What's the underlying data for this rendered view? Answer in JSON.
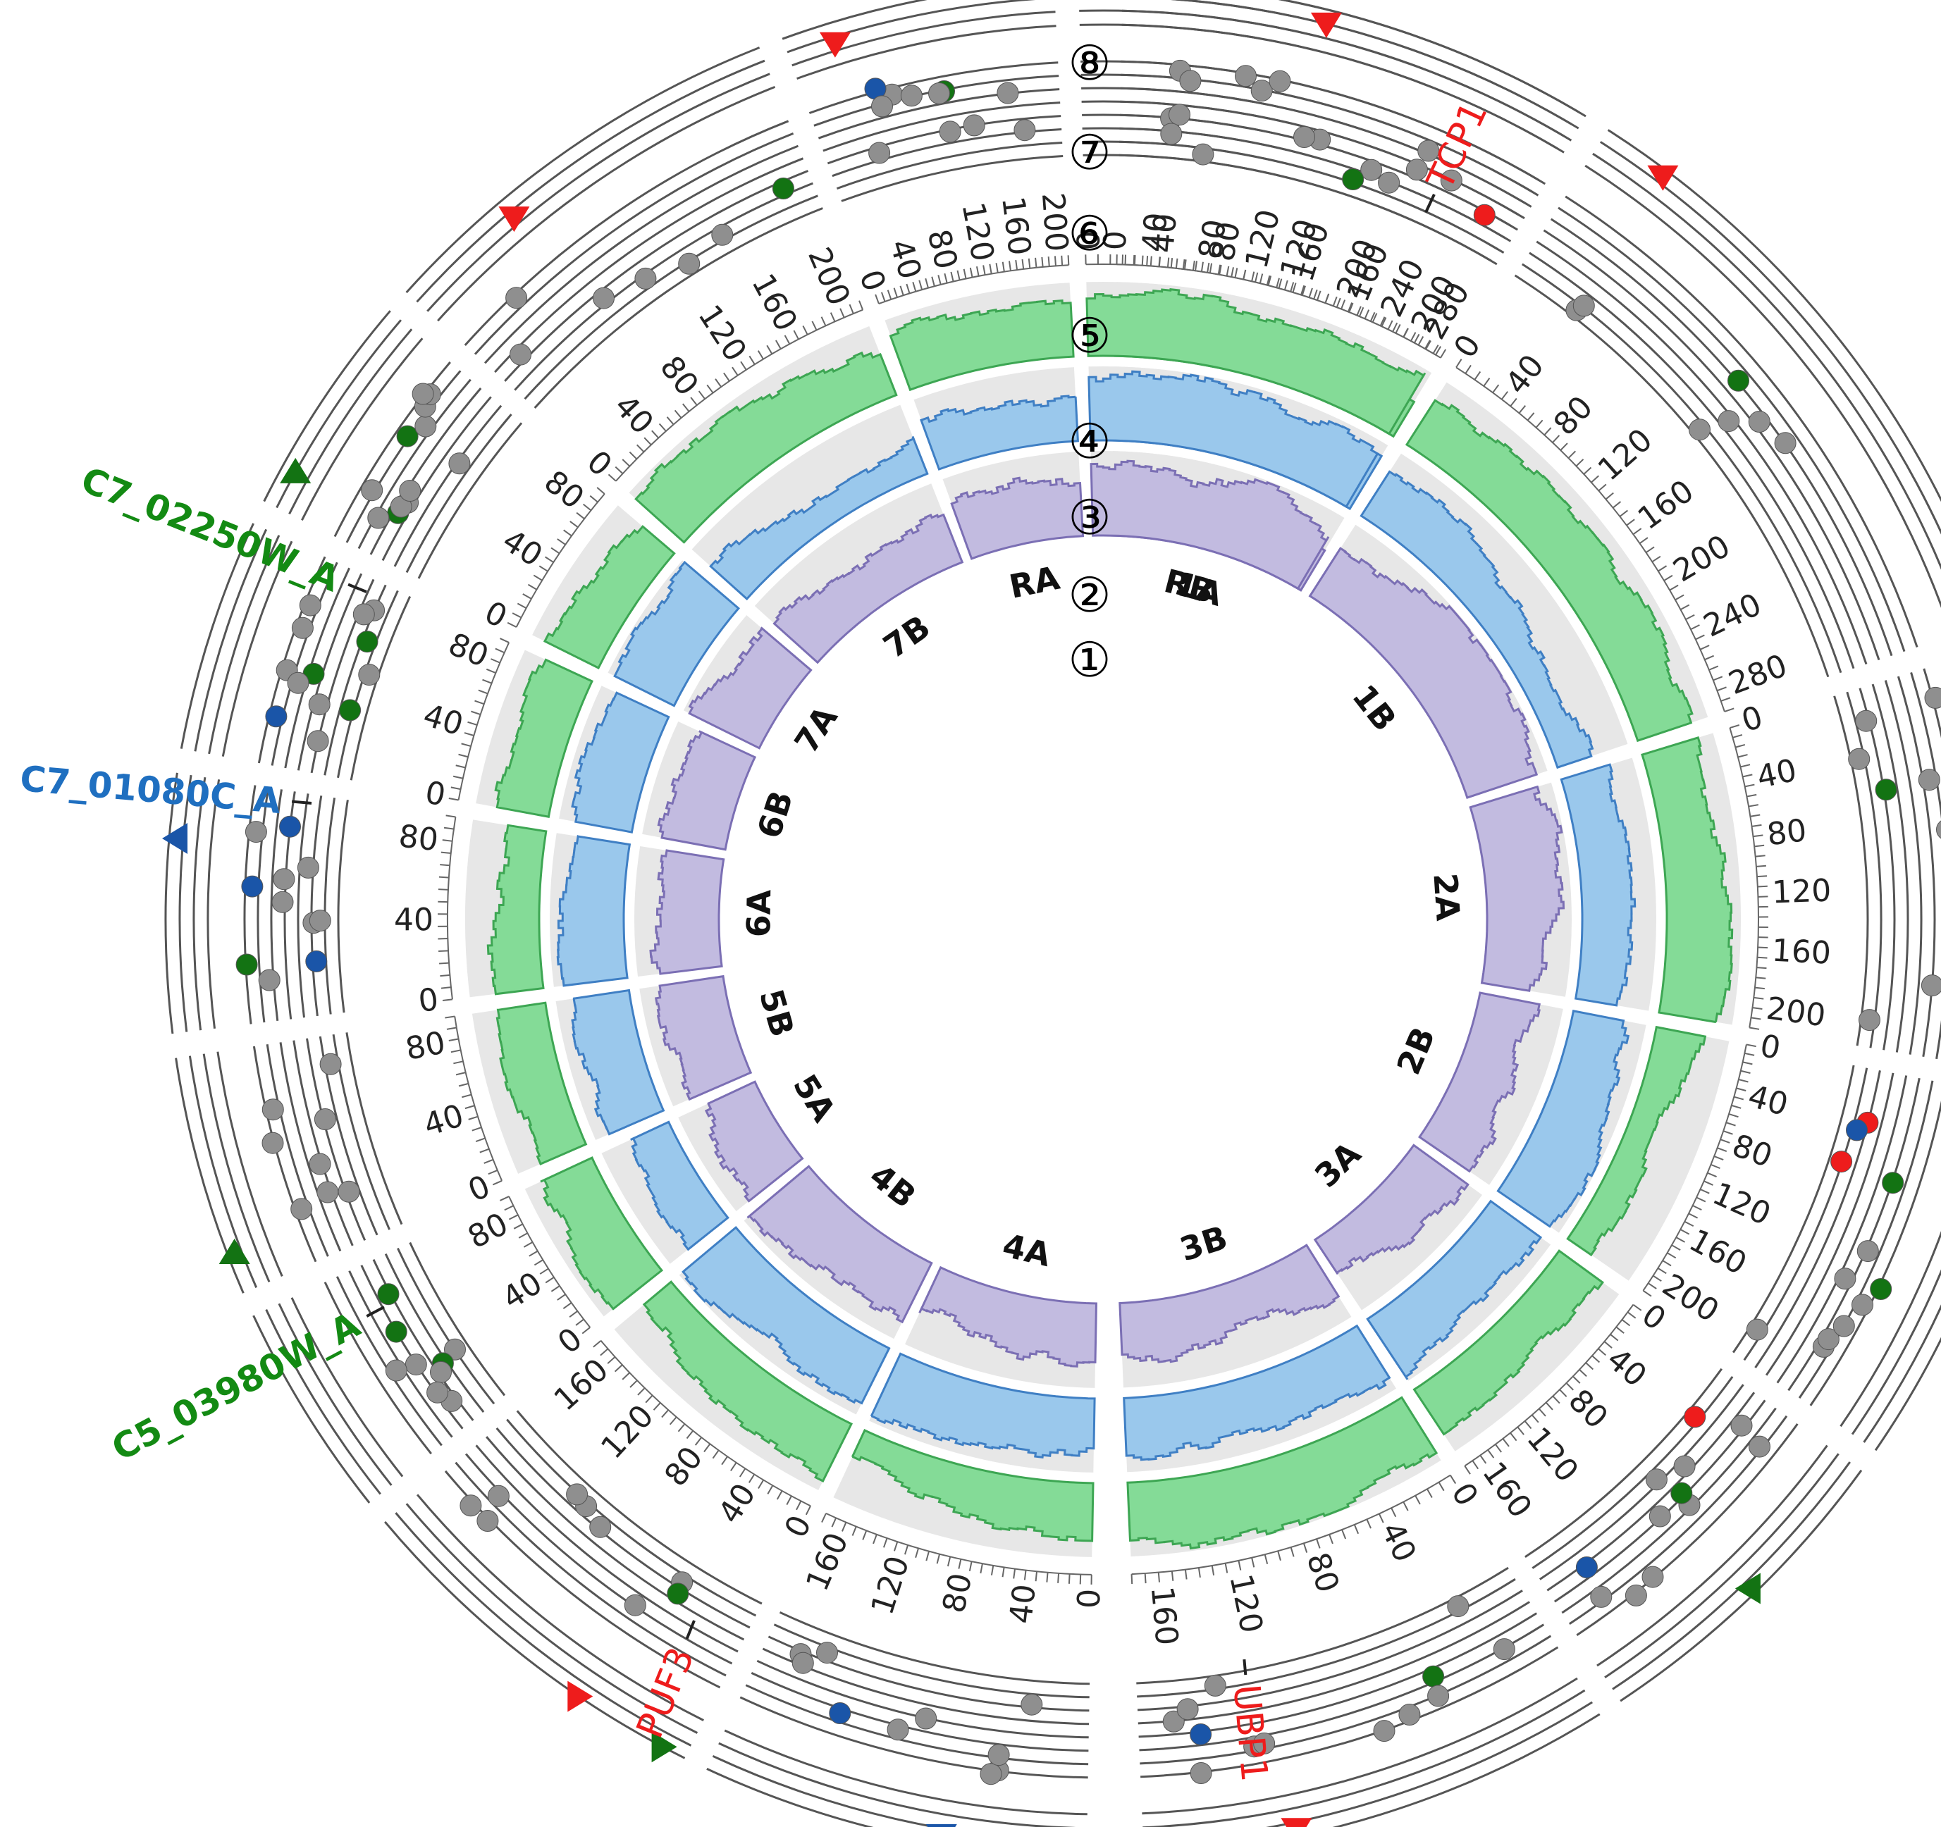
{
  "track_numbers": [
    "①",
    "②",
    "③",
    "④",
    "⑤",
    "⑥",
    "⑦",
    "⑧"
  ],
  "chromosomes": [
    {
      "name": "1A",
      "ticks": [
        "0",
        "40",
        "80",
        "120",
        "160",
        "200",
        "240",
        "280"
      ]
    },
    {
      "name": "1B",
      "ticks": [
        "0",
        "40",
        "80",
        "120",
        "160",
        "200",
        "240",
        "280"
      ]
    },
    {
      "name": "2A",
      "ticks": [
        "0",
        "40",
        "80",
        "120",
        "160",
        "200"
      ]
    },
    {
      "name": "2B",
      "ticks": [
        "0",
        "40",
        "80",
        "120",
        "160",
        "200"
      ]
    },
    {
      "name": "3A",
      "ticks": [
        "0",
        "40",
        "80",
        "120",
        "160"
      ]
    },
    {
      "name": "3B",
      "ticks": [
        "0",
        "40",
        "80",
        "120",
        "160"
      ]
    },
    {
      "name": "4A",
      "ticks": [
        "0",
        "40",
        "80",
        "120",
        "160"
      ]
    },
    {
      "name": "4B",
      "ticks": [
        "0",
        "40",
        "80",
        "120",
        "160"
      ]
    },
    {
      "name": "5A",
      "ticks": [
        "0",
        "40",
        "80"
      ]
    },
    {
      "name": "5B",
      "ticks": [
        "0",
        "40",
        "80"
      ]
    },
    {
      "name": "6A",
      "ticks": [
        "0",
        "40",
        "80"
      ]
    },
    {
      "name": "6B",
      "ticks": [
        "0",
        "40",
        "80"
      ]
    },
    {
      "name": "7A",
      "ticks": [
        "0",
        "40",
        "80"
      ]
    },
    {
      "name": "7B",
      "ticks": [
        "0",
        "40",
        "80",
        "120",
        "160",
        "200"
      ]
    },
    {
      "name": "RA",
      "ticks": [
        "0",
        "40",
        "80",
        "120",
        "160",
        "200"
      ]
    },
    {
      "name": "RB",
      "ticks": [
        "0",
        "40",
        "80",
        "120",
        "160",
        "200"
      ]
    }
  ],
  "gene_labels": [
    {
      "text": "TCP1",
      "color": "#ee1c1c"
    },
    {
      "text": "C7_02250W_A",
      "color": "#138a13"
    },
    {
      "text": "C7_01080C_A",
      "color": "#1f6fc0"
    },
    {
      "text": "C5_03980W_A",
      "color": "#138a13"
    },
    {
      "text": "PUF3",
      "color": "#ee1c1c"
    },
    {
      "text": "UBP1",
      "color": "#ee1c1c"
    }
  ],
  "colors": {
    "track1": "#c2bbe0",
    "track1_line": "#7b6fb4",
    "track2": "#9ac8ec",
    "track2_line": "#3f7fc4",
    "track3": "#84db97",
    "track3_line": "#3da653",
    "track_bg": "#e7e7e7",
    "grid": "#555555",
    "dot_grey": "#8f8f8f",
    "red": "#ee1c1c",
    "blue": "#1a55a8",
    "green": "#137313"
  }
}
